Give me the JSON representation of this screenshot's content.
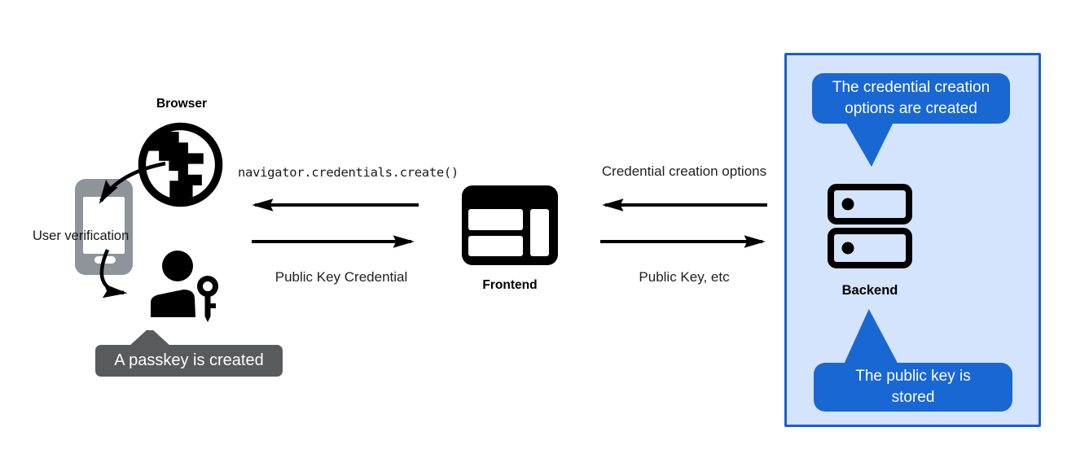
{
  "colors": {
    "accent_blue": "#1967d2",
    "panel_bg": "#d4e4fc",
    "panel_border": "#1a5fd0",
    "dark_gray": "#595a5c",
    "phone_gray": "#8e949a",
    "ink": "#202124"
  },
  "left": {
    "browser_label": "Browser",
    "user_verification_label": "User verification",
    "passkey_callout": "A passkey is created"
  },
  "middle": {
    "code_text": "navigator.credentials.create()",
    "return_label": "Public Key Credential",
    "frontend_label": "Frontend"
  },
  "right": {
    "request_label": "Credential creation options",
    "return_label": "Public Key, etc"
  },
  "panel": {
    "top_callout_lines": [
      "The credential creation",
      "options are created"
    ],
    "backend_label": "Backend",
    "bottom_callout_lines": [
      "The public key is",
      "stored"
    ]
  },
  "icons": [
    "globe-icon",
    "phone-icon",
    "user-key-icon",
    "frontend-window-icon",
    "backend-server-icon",
    "arrow-icon"
  ]
}
